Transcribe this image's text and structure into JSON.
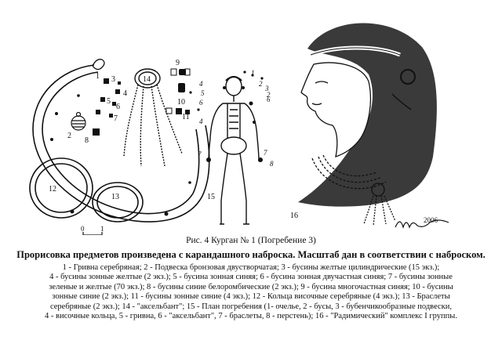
{
  "figure": {
    "caption_title": "Рис. 4 Курган № 1 (Погребение 3)",
    "caption_subtitle": "Прорисовка предметов произведена с карандашного наброска. Масштаб дан в соответствии с наброском.",
    "legend_lines": [
      "1 - Гривна серебряная; 2 - Подвеска бронзовая двустворчатая; 3 - бусины желтые цилиндрические (15 экз.);",
      "4 - бусины зонные желтые (2 экз.); 5 - бусина зонная синяя; 6 - бусина зонная двучастная синяя; 7 - бусины зонные",
      "зеленые и желтые (70 экз.); 8 - бусины синие белоромбические (2 экз.); 9 - бусина многочастная синяя; 10 - бусины",
      "зонные синие (2 экз.); 11 - бусины зонные синие (4 экз.); 12 - Кольца височные серебряные (4 экз.); 13 - Браслеты",
      "серебряные (2 экз.); 14 - \"аксельбант\"; 15 - План погребения (1- очелье, 2 - бусы, 3 - бубенчикообразные подвески,",
      "4 - височные кольца, 5 - гривна, 6 - \"аксельбант\", 7 - браслеты, 8 - перстень); 16 - \"Радимический\" комплекс I группы."
    ],
    "item_numbers": {
      "n1": "1",
      "n2": "2",
      "n3": "3",
      "n4": "4",
      "n5": "5",
      "n6": "6",
      "n7": "7",
      "n8": "8",
      "n9": "9",
      "n10": "10",
      "n11": "11",
      "n12": "12",
      "n13": "13",
      "n14": "14",
      "n15": "15",
      "n16": "16"
    },
    "plan_labels": {
      "p1": "1",
      "p2": "2",
      "p3": "3",
      "p4a": "4",
      "p4b": "4",
      "p5": "5",
      "p6a": "6",
      "p6b": "6",
      "p7a": "7",
      "p7b": "7",
      "p8": "8",
      "p2b": "2"
    },
    "scale_labels": {
      "zero": "0",
      "one": "1"
    },
    "artist_signature": {
      "year": "2006",
      "name": "Шмелев"
    }
  }
}
